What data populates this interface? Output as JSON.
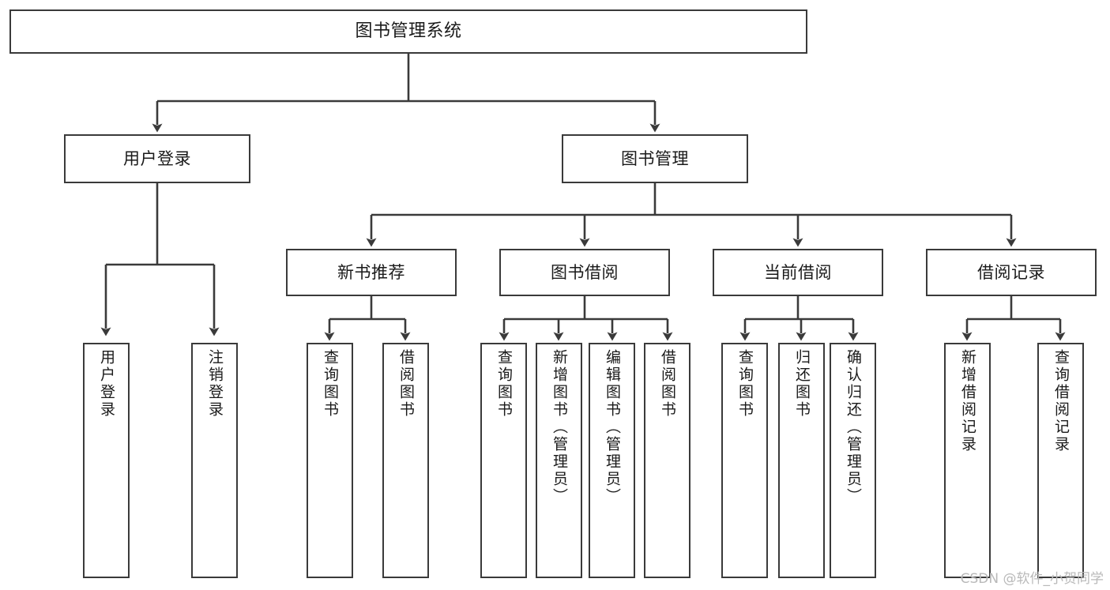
{
  "diagram": {
    "title": "图书管理系统",
    "type": "tree",
    "orientation": "top-down",
    "colors": {
      "background": "#ffffff",
      "node_fill": "#ffffff",
      "node_border": "#3a3a3a",
      "edge": "#3a3a3a",
      "text": "#1a1a1a",
      "watermark": "#b9b9b9"
    },
    "levels": {
      "level1": "root",
      "level2": "modules",
      "level3": "sub-modules",
      "level4": "functions"
    },
    "nodes": {
      "root": {
        "label": "图书管理系统",
        "level": 1
      },
      "user_login": {
        "label": "用户登录",
        "level": 2
      },
      "book_manage": {
        "label": "图书管理",
        "level": 2
      },
      "new_book_rec": {
        "label": "新书推荐",
        "level": 3
      },
      "book_borrow": {
        "label": "图书借阅",
        "level": 3
      },
      "current_borrow": {
        "label": "当前借阅",
        "level": 3
      },
      "borrow_record": {
        "label": "借阅记录",
        "level": 3
      },
      "leaf_user_login": {
        "label": "用户登录",
        "level": 4
      },
      "leaf_logout": {
        "label": "注销登录",
        "level": 4
      },
      "leaf_query_book_1": {
        "label": "查询图书",
        "level": 4
      },
      "leaf_borrow_book_1": {
        "label": "借阅图书",
        "level": 4
      },
      "leaf_query_book_2": {
        "label": "查询图书",
        "level": 4
      },
      "leaf_add_book": {
        "label": "新增图书（管理员）",
        "level": 4
      },
      "leaf_edit_book": {
        "label": "编辑图书（管理员）",
        "level": 4
      },
      "leaf_borrow_book_2": {
        "label": "借阅图书",
        "level": 4
      },
      "leaf_query_book_3": {
        "label": "查询图书",
        "level": 4
      },
      "leaf_return_book": {
        "label": "归还图书",
        "level": 4
      },
      "leaf_confirm_return": {
        "label": "确认归还（管理员）",
        "level": 4
      },
      "leaf_add_record": {
        "label": "新增借阅记录",
        "level": 4
      },
      "leaf_query_record": {
        "label": "查询借阅记录",
        "level": 4
      }
    },
    "edges": [
      {
        "from": "root",
        "to": "user_login"
      },
      {
        "from": "root",
        "to": "book_manage"
      },
      {
        "from": "user_login",
        "to": "leaf_user_login"
      },
      {
        "from": "user_login",
        "to": "leaf_logout"
      },
      {
        "from": "book_manage",
        "to": "new_book_rec"
      },
      {
        "from": "book_manage",
        "to": "book_borrow"
      },
      {
        "from": "book_manage",
        "to": "current_borrow"
      },
      {
        "from": "book_manage",
        "to": "borrow_record"
      },
      {
        "from": "new_book_rec",
        "to": "leaf_query_book_1"
      },
      {
        "from": "new_book_rec",
        "to": "leaf_borrow_book_1"
      },
      {
        "from": "book_borrow",
        "to": "leaf_query_book_2"
      },
      {
        "from": "book_borrow",
        "to": "leaf_add_book"
      },
      {
        "from": "book_borrow",
        "to": "leaf_edit_book"
      },
      {
        "from": "book_borrow",
        "to": "leaf_borrow_book_2"
      },
      {
        "from": "current_borrow",
        "to": "leaf_query_book_3"
      },
      {
        "from": "current_borrow",
        "to": "leaf_return_book"
      },
      {
        "from": "current_borrow",
        "to": "leaf_confirm_return"
      },
      {
        "from": "borrow_record",
        "to": "leaf_add_record"
      },
      {
        "from": "borrow_record",
        "to": "leaf_query_record"
      }
    ]
  },
  "watermark": {
    "text": "CSDN @软件_小贺同学"
  }
}
